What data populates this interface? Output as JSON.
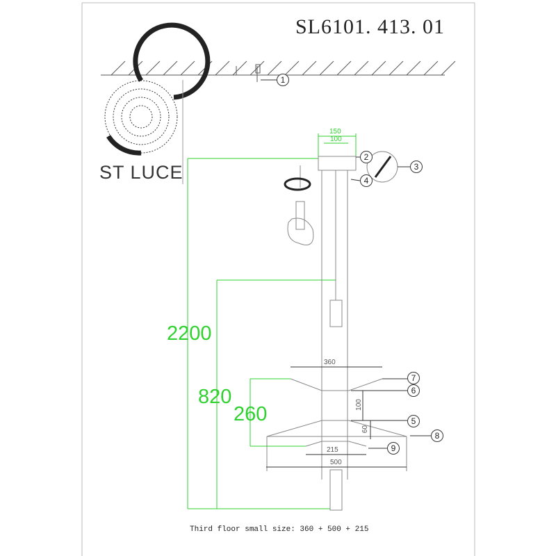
{
  "title": "SL6101. 413. 01",
  "brand": "ST LUCE",
  "dimensions": {
    "total_height": "2200",
    "body_height": "820",
    "tier_height": "260",
    "top_shade": "360",
    "bottom_shade": "500",
    "small_disc": "215",
    "canopy_outer": "150",
    "canopy_inner": "100",
    "gap_upper": "100",
    "gap_lower": "60"
  },
  "callouts": [
    "1",
    "2",
    "3",
    "4",
    "5",
    "6",
    "7",
    "8",
    "9"
  ],
  "footer": "Third floor small size: 360 + 500 + 215",
  "colors": {
    "dimension": "#2fd12f",
    "drawing": "#777777"
  }
}
